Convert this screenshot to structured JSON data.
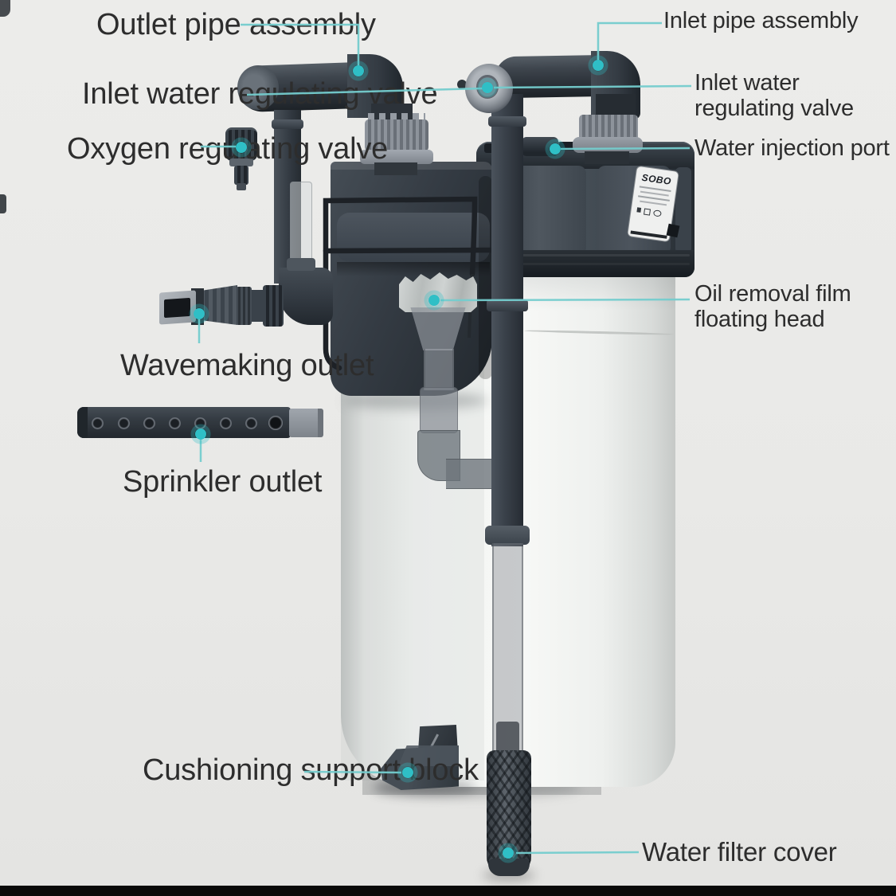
{
  "scene": {
    "type": "annotated-product-diagram",
    "subject": "wall-mounted aquarium hang-on filter with exploded accessory parts"
  },
  "brand_label": "SOBO",
  "labels": {
    "outlet_pipe_assembly": "Outlet pipe assembly",
    "inlet_water_regulating_valve_left": "Inlet water regulating valve",
    "oxygen_regulating_valve": "Oxygen regulating valve",
    "wavemaking_outlet": "Wavemaking outlet",
    "sprinkler_outlet": "Sprinkler outlet",
    "cushioning_support_block": "Cushioning support block",
    "inlet_pipe_assembly": "Inlet pipe assembly",
    "inlet_water_regulating_valve_right": "Inlet water\nregulating valve",
    "water_injection_port": "Water injection port",
    "oil_removal_film_floating_head": "Oil removal film\nfloating head",
    "water_filter_cover": "Water filter cover"
  },
  "colors": {
    "accent_teal": "#2fbfc6",
    "callout_line": "#74cccd",
    "label_text": "#2d2d2d",
    "background": "#e9e9e7",
    "bottom_bar": "#090909",
    "canister_white": "#f5f6f4",
    "housing_dark": "#363d44"
  }
}
